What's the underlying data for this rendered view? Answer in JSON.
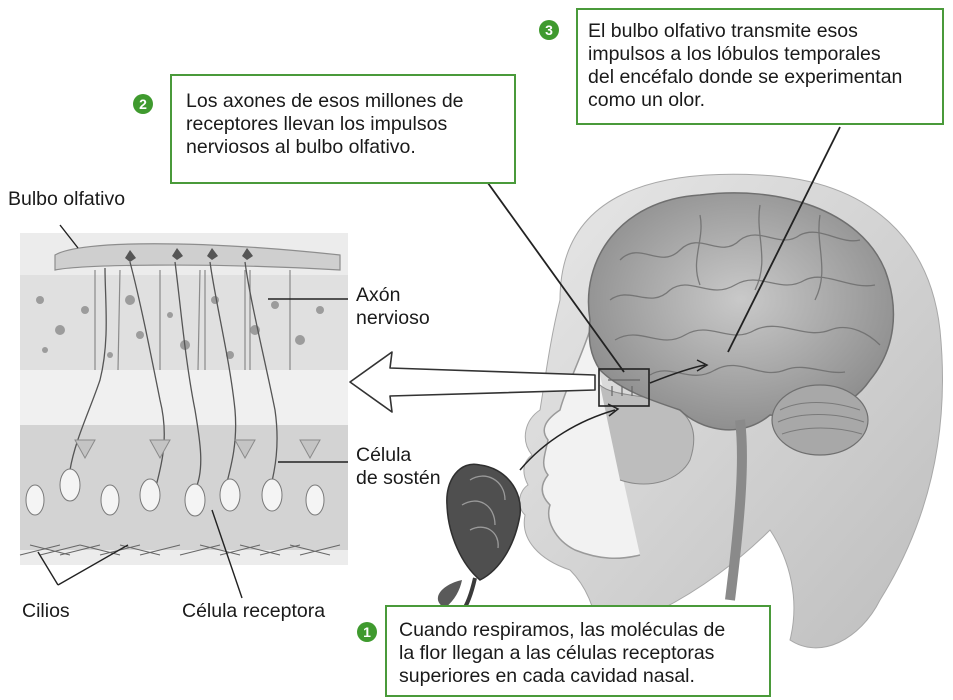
{
  "callouts": {
    "step1": {
      "number": "1",
      "text": "Cuando respiramos, las moléculas de\nla flor llegan a las células receptoras\nsuperiores en cada cavidad nasal."
    },
    "step2": {
      "number": "2",
      "text": "Los axones de esos millones de\nreceptores llevan los impulsos\nnerviosos al bulbo olfativo."
    },
    "step3": {
      "number": "3",
      "text": "El bulbo olfativo transmite esos\nimpulsos a los lóbulos temporales\ndel encéfalo donde se experimentan\ncomo un olor."
    }
  },
  "labels": {
    "bulbo_olfativo": "Bulbo olfativo",
    "axon_nervioso": "Axón\nnervioso",
    "celula_sosten": "Célula\nde sostén",
    "cilios": "Cilios",
    "celula_receptora": "Célula receptora"
  },
  "colors": {
    "callout_border": "#4a9a3a",
    "step_badge": "#3f9a2e",
    "tissue": "#d9d9d9",
    "illustration_gray": "#9a9a9a"
  },
  "icons": {
    "step_badge": "numbered-circle",
    "enlarge_arrow": "hollow-left-arrow",
    "rose": "rose-flower"
  }
}
